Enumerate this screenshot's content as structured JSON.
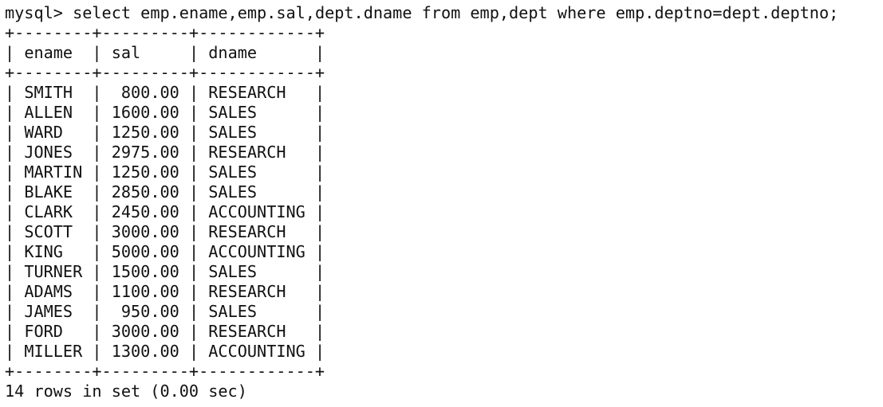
{
  "terminal": {
    "prompt": "mysql>",
    "command": "select emp.ename,emp.sal,dept.dname from emp,dept where emp.deptno=dept.deptno;"
  },
  "table": {
    "columns": [
      "ename",
      "sal",
      "dname"
    ],
    "rows": [
      [
        "SMITH",
        "800.00",
        "RESEARCH"
      ],
      [
        "ALLEN",
        "1600.00",
        "SALES"
      ],
      [
        "WARD",
        "1250.00",
        "SALES"
      ],
      [
        "JONES",
        "2975.00",
        "RESEARCH"
      ],
      [
        "MARTIN",
        "1250.00",
        "SALES"
      ],
      [
        "BLAKE",
        "2850.00",
        "SALES"
      ],
      [
        "CLARK",
        "2450.00",
        "ACCOUNTING"
      ],
      [
        "SCOTT",
        "3000.00",
        "RESEARCH"
      ],
      [
        "KING",
        "5000.00",
        "ACCOUNTING"
      ],
      [
        "TURNER",
        "1500.00",
        "SALES"
      ],
      [
        "ADAMS",
        "1100.00",
        "RESEARCH"
      ],
      [
        "JAMES",
        "950.00",
        "SALES"
      ],
      [
        "FORD",
        "3000.00",
        "RESEARCH"
      ],
      [
        "MILLER",
        "1300.00",
        "ACCOUNTING"
      ]
    ]
  },
  "summary": "14 rows in set (0.00 sec)"
}
